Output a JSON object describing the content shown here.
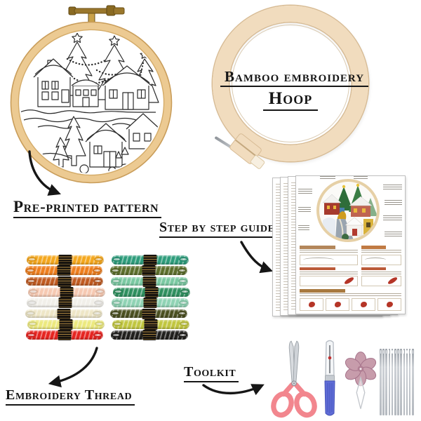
{
  "image_title": "Embroidery starter kit contents",
  "labels": {
    "pattern": "Pre-printed pattern",
    "hoop_line1": "Bamboo embroidery",
    "hoop_line2": "Hoop",
    "guide": "Step by step guide",
    "thread": "Embroidery Thread",
    "toolkit": "Toolkit"
  },
  "threads": {
    "left_column": [
      {
        "name": "golden-yellow",
        "color": "#f4a71d"
      },
      {
        "name": "orange",
        "color": "#ee7e1d"
      },
      {
        "name": "rust-orange",
        "color": "#c05a20"
      },
      {
        "name": "light-peach",
        "color": "#f6c9b2"
      },
      {
        "name": "white",
        "color": "#f1efe9"
      },
      {
        "name": "cream",
        "color": "#eee6c6"
      },
      {
        "name": "pale-yellow",
        "color": "#ece97e"
      },
      {
        "name": "red",
        "color": "#e62420"
      }
    ],
    "right_column": [
      {
        "name": "teal-green",
        "color": "#2d9c7b"
      },
      {
        "name": "olive-green",
        "color": "#5c6e2b"
      },
      {
        "name": "mint-green",
        "color": "#7ac9a2"
      },
      {
        "name": "emerald-green",
        "color": "#2e8f5e"
      },
      {
        "name": "seafoam-green",
        "color": "#8fd3b4"
      },
      {
        "name": "dark-olive",
        "color": "#4a4f20"
      },
      {
        "name": "chartreuse",
        "color": "#c1c63f"
      },
      {
        "name": "black",
        "color": "#201f1d"
      }
    ]
  },
  "toolkit": {
    "items": [
      "scissors",
      "seam ripper",
      "flower needle threader",
      "needles"
    ],
    "needles_count": 12
  },
  "colors": {
    "ink": "#161616",
    "pattern_hoop_wood": "#ecca92",
    "pattern_hoop_edge": "#c99d5a",
    "bamboo_hoop_wood": "#f1dcbe",
    "bamboo_hoop_edge": "#d7bb94",
    "scissors_pink": "#f2868e",
    "ripper_blue": "#5f6cd6",
    "threader_mauve": "#c79cab",
    "needle_silver": "#c2c6cc",
    "guide_header_tan": "#b3865a",
    "guide_accent_red": "#b53527",
    "thread_label_gold": "#ab8440"
  }
}
